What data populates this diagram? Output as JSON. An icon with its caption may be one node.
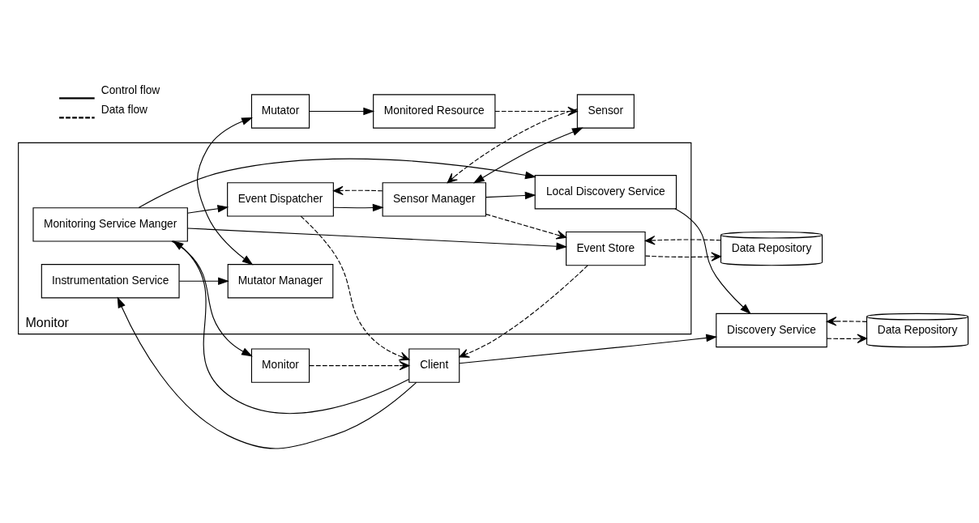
{
  "diagram": {
    "nodes": [
      {
        "text": [
          "Monitor"
        ]
      },
      {
        "text": [
          "Discovery Service"
        ]
      },
      {
        "text": [
          "Data Repository"
        ]
      },
      {
        "text": [
          "Monitor"
        ]
      },
      {
        "text": [
          "Local Discovery Service"
        ],
        "in": 3
      },
      {
        "text": [
          "Event Store"
        ],
        "in": 3
      },
      {
        "text": [
          "Data Repository"
        ]
      },
      {
        "text": [
          "Client"
        ]
      },
      {
        "text": [
          "Monitoring Service Manger"
        ],
        "in": 3
      },
      {
        "text": [
          "Event Dispatcher"
        ],
        "in": 3
      },
      {
        "text": [
          "Instrumentation Service"
        ],
        "in": 3
      },
      {
        "text": [
          "Sensor Manager"
        ],
        "in": 3
      },
      {
        "text": [
          "Mutator Manager"
        ],
        "in": 3
      },
      {
        "text": [
          "Sensor"
        ]
      },
      {
        "text": [
          "Monitored Resource"
        ]
      },
      {
        "text": [
          "Mutator"
        ]
      }
    ],
    "edges": [
      {
        "from": 0,
        "to": 7,
        "arrow": "to",
        "style": "dashed"
      },
      {
        "from": 7,
        "to": 1,
        "arrow": "to"
      },
      {
        "from": 1,
        "to": 2,
        "arrow": "to",
        "style": "dashed"
      },
      {
        "from": 2,
        "to": 1,
        "arrow": "to",
        "style": "dashed"
      },
      {
        "from": 4,
        "to": 1,
        "arrow": "to"
      },
      {
        "from": 8,
        "to": 0,
        "arrow": "to"
      },
      {
        "from": 8,
        "to": 4,
        "arrow": "to"
      },
      {
        "from": 8,
        "to": 5,
        "arrow": "to"
      },
      {
        "from": 8,
        "to": 9,
        "arrow": "to"
      },
      {
        "from": 7,
        "to": 8,
        "arrow": "to"
      },
      {
        "from": 9,
        "to": 7,
        "arrow": "to",
        "style": "dashed"
      },
      {
        "from": 5,
        "to": 7,
        "arrow": "to",
        "style": "dashed"
      },
      {
        "from": 5,
        "to": 6,
        "arrow": "to",
        "style": "dashed"
      },
      {
        "from": 6,
        "to": 5,
        "arrow": "to",
        "style": "dashed"
      },
      {
        "from": 11,
        "to": 9,
        "arrow": "to",
        "style": "dashed"
      },
      {
        "from": 11,
        "to": 5,
        "arrow": "to",
        "style": "dashed"
      },
      {
        "from": 11,
        "to": 4,
        "arrow": "to"
      },
      {
        "from": 9,
        "to": 11,
        "arrow": "to"
      },
      {
        "from": 11,
        "to": 13,
        "arrow": "both"
      },
      {
        "from": 13,
        "to": 11,
        "arrow": "to",
        "style": "dashed"
      },
      {
        "from": 14,
        "to": 13,
        "arrow": "to",
        "style": "dashed"
      },
      {
        "from": 7,
        "to": 10,
        "arrow": "to"
      },
      {
        "from": 10,
        "to": 12,
        "arrow": "to"
      },
      {
        "from": 12,
        "to": 15,
        "arrow": "both"
      },
      {
        "from": 15,
        "to": 14,
        "arrow": "to"
      }
    ],
    "legend": [
      {
        "text": "Control flow"
      },
      {
        "text": "Data flow"
      }
    ]
  }
}
